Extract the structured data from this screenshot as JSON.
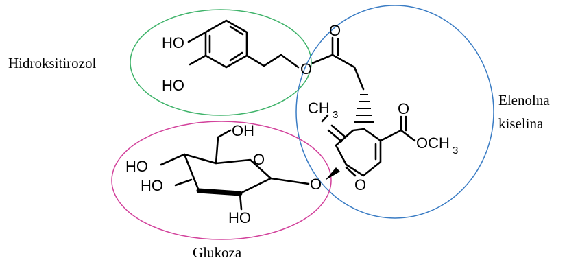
{
  "labels": {
    "hydroxytyrosol": "Hidroksitirozol",
    "elenolic_line1": "Elenolna",
    "elenolic_line2": "kiselina",
    "glucose": "Glukoza"
  },
  "atoms": {
    "ho_top": "HO",
    "ho_bottom": "HO",
    "o_ester_link": "O",
    "o_carbonyl_top": "O",
    "ch3_main": "CH",
    "ch3_sub": "3",
    "o_carbonyl_right": "O",
    "och3_main": "OCH",
    "och3_sub": "3",
    "ring_o_pyran": "O",
    "glyco_o_link": "O",
    "oh_top": "OH",
    "ring_o_sugar": "O",
    "ho_sugar1": "HO",
    "ho_sugar2": "HO",
    "ho_sugar3": "HO"
  },
  "colors": {
    "hydroxytyrosol_circle": "#3fb36a",
    "elenolic_circle": "#3a7cc4",
    "glucose_circle": "#d2419b"
  }
}
